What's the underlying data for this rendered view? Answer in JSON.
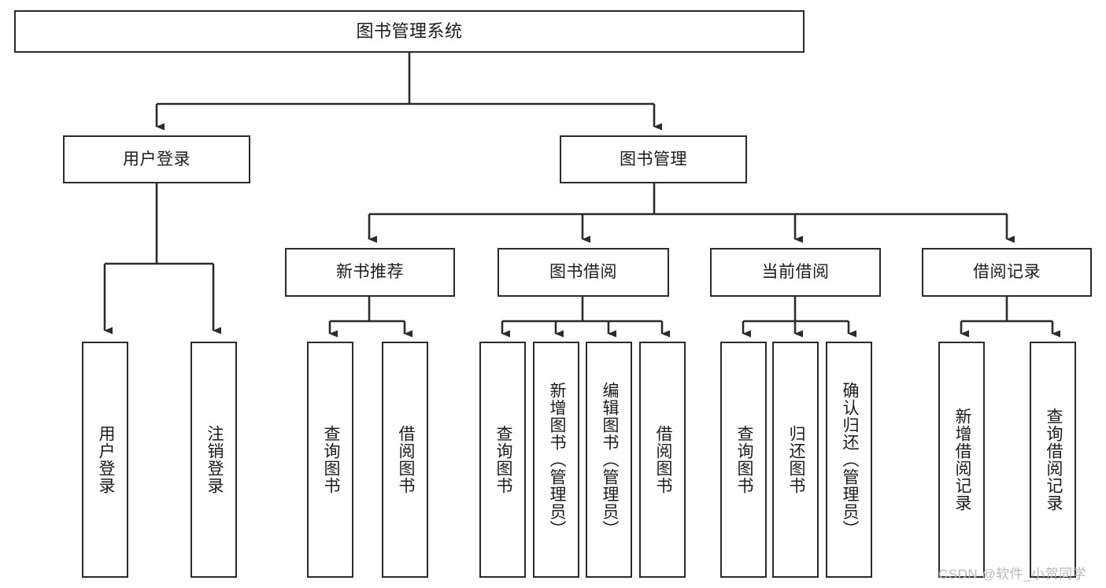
{
  "diagram": {
    "title": "图书管理系统",
    "watermark": "CSDN @软件_小贺同学",
    "colors": {
      "box_border": "#2b2b2b",
      "box_fill": "#ffffff",
      "edge": "#2b2b2b",
      "text": "#1b1b1b",
      "watermark": "#b9b9b9"
    },
    "root": {
      "label": "图书管理系统"
    },
    "level2": [
      {
        "label": "用户登录"
      },
      {
        "label": "图书管理"
      }
    ],
    "level3": [
      {
        "label": "新书推荐"
      },
      {
        "label": "图书借阅"
      },
      {
        "label": "当前借阅"
      },
      {
        "label": "借阅记录"
      }
    ],
    "leaves": {
      "user_login": [
        {
          "label": "用户登录"
        },
        {
          "label": "注销登录"
        }
      ],
      "new_book_recommend": [
        {
          "label": "查询图书"
        },
        {
          "label": "借阅图书"
        }
      ],
      "book_borrow": [
        {
          "label": "查询图书"
        },
        {
          "label": "新增图书（管理员）"
        },
        {
          "label": "编辑图书（管理员）"
        },
        {
          "label": "借阅图书"
        }
      ],
      "current_borrow": [
        {
          "label": "查询图书"
        },
        {
          "label": "归还图书"
        },
        {
          "label": "确认归还（管理员）"
        }
      ],
      "borrow_record": [
        {
          "label": "新增借阅记录"
        },
        {
          "label": "查询借阅记录"
        }
      ]
    }
  },
  "chart_data": {
    "type": "tree-diagram",
    "title": "图书管理系统",
    "orientation": "top-down",
    "nodes": [
      {
        "id": "root",
        "label": "图书管理系统",
        "level": 0,
        "parent": null
      },
      {
        "id": "n-user-login",
        "label": "用户登录",
        "level": 1,
        "parent": "root"
      },
      {
        "id": "n-book-mgmt",
        "label": "图书管理",
        "level": 1,
        "parent": "root"
      },
      {
        "id": "n-user-login-do",
        "label": "用户登录",
        "level": 2,
        "parent": "n-user-login"
      },
      {
        "id": "n-user-logout",
        "label": "注销登录",
        "level": 2,
        "parent": "n-user-login"
      },
      {
        "id": "n-new-book",
        "label": "新书推荐",
        "level": 2,
        "parent": "n-book-mgmt"
      },
      {
        "id": "n-book-borrow",
        "label": "图书借阅",
        "level": 2,
        "parent": "n-book-mgmt"
      },
      {
        "id": "n-current-borrow",
        "label": "当前借阅",
        "level": 2,
        "parent": "n-book-mgmt"
      },
      {
        "id": "n-borrow-record",
        "label": "借阅记录",
        "level": 2,
        "parent": "n-book-mgmt"
      },
      {
        "id": "n-nb-query",
        "label": "查询图书",
        "level": 3,
        "parent": "n-new-book"
      },
      {
        "id": "n-nb-borrow",
        "label": "借阅图书",
        "level": 3,
        "parent": "n-new-book"
      },
      {
        "id": "n-bb-query",
        "label": "查询图书",
        "level": 3,
        "parent": "n-book-borrow"
      },
      {
        "id": "n-bb-add",
        "label": "新增图书（管理员）",
        "level": 3,
        "parent": "n-book-borrow"
      },
      {
        "id": "n-bb-edit",
        "label": "编辑图书（管理员）",
        "level": 3,
        "parent": "n-book-borrow"
      },
      {
        "id": "n-bb-borrow",
        "label": "借阅图书",
        "level": 3,
        "parent": "n-book-borrow"
      },
      {
        "id": "n-cb-query",
        "label": "查询图书",
        "level": 3,
        "parent": "n-current-borrow"
      },
      {
        "id": "n-cb-return",
        "label": "归还图书",
        "level": 3,
        "parent": "n-current-borrow"
      },
      {
        "id": "n-cb-confirm",
        "label": "确认归还（管理员）",
        "level": 3,
        "parent": "n-current-borrow"
      },
      {
        "id": "n-br-add",
        "label": "新增借阅记录",
        "level": 3,
        "parent": "n-borrow-record"
      },
      {
        "id": "n-br-query",
        "label": "查询借阅记录",
        "level": 3,
        "parent": "n-borrow-record"
      }
    ]
  }
}
